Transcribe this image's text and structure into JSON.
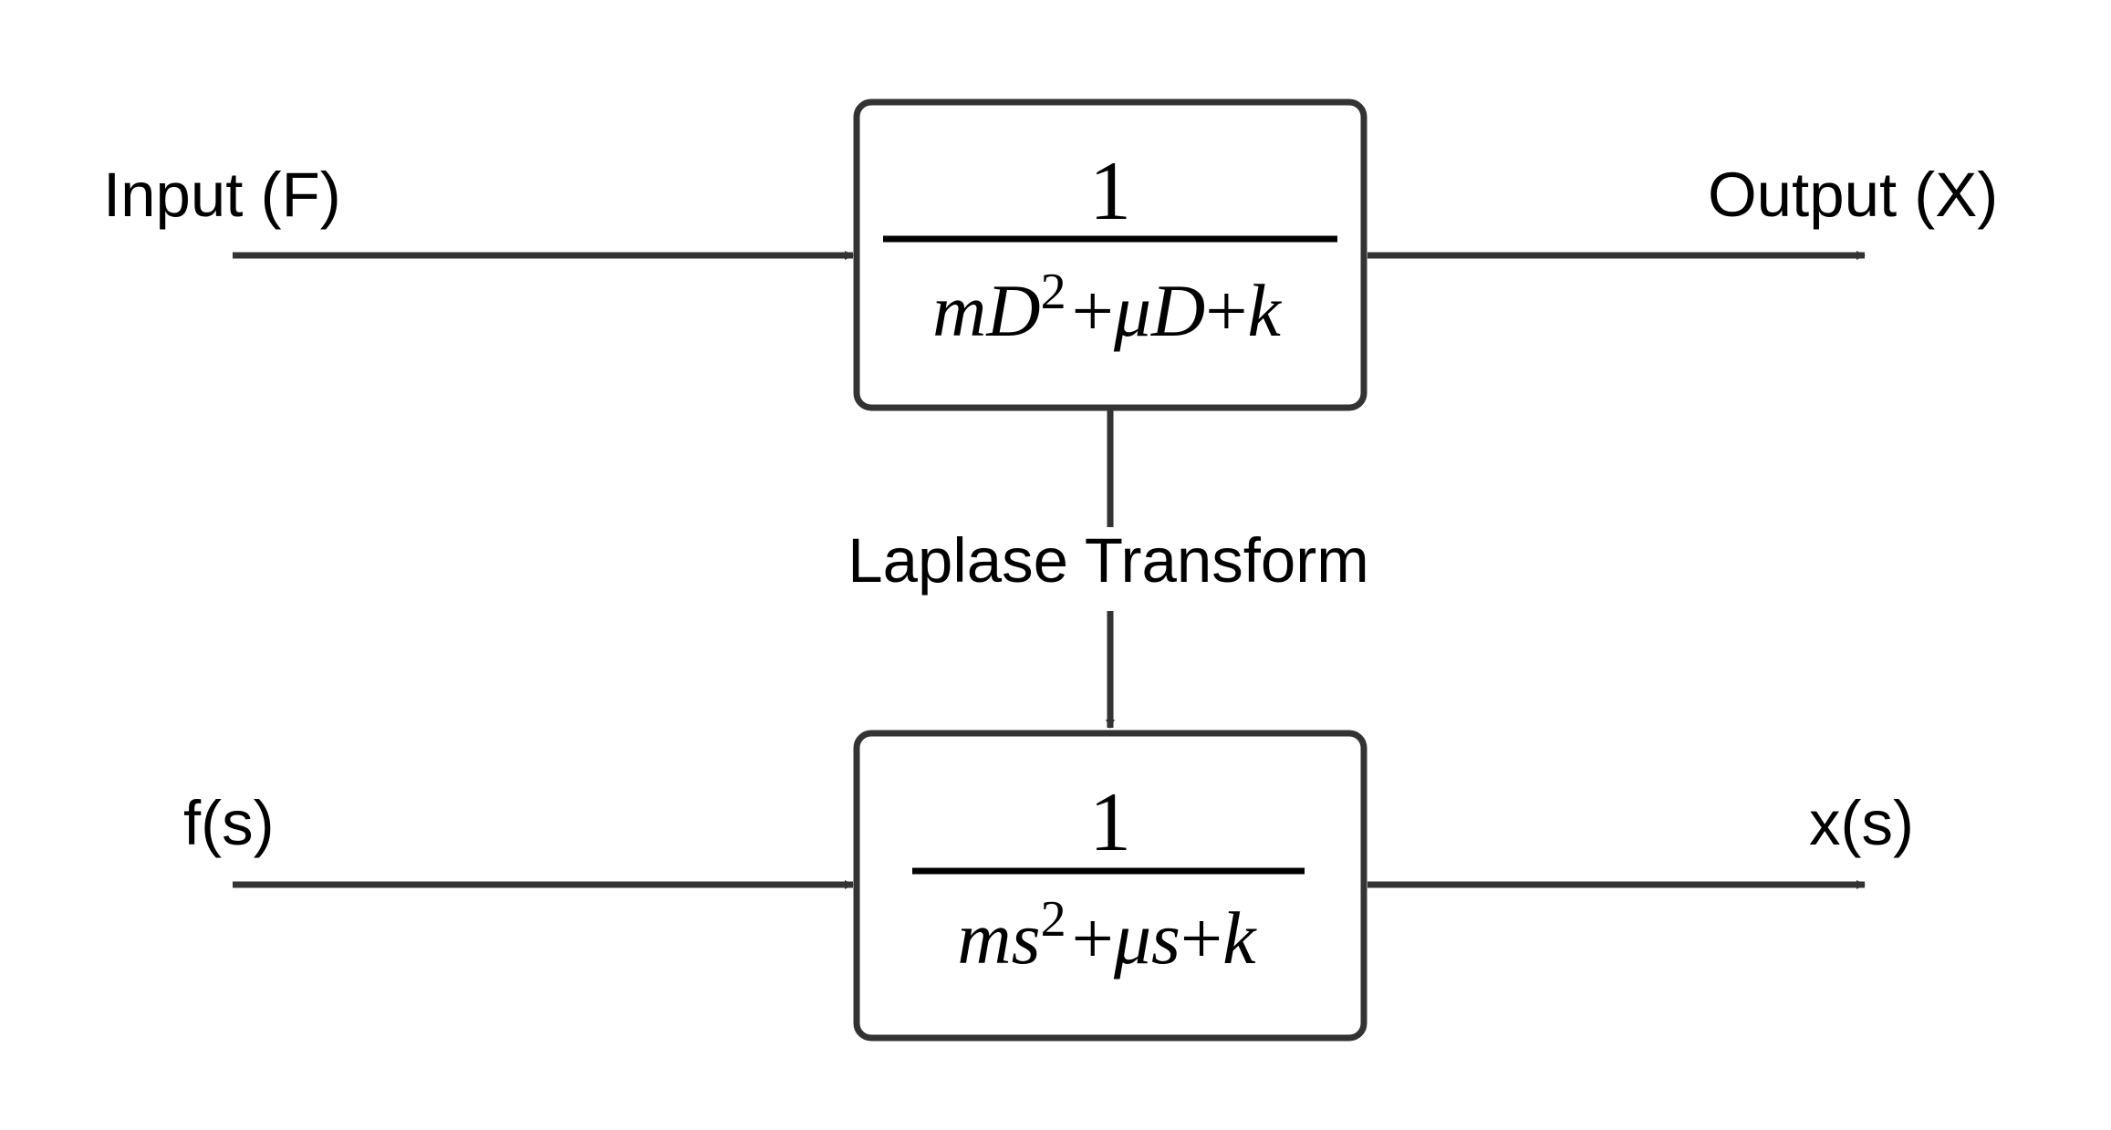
{
  "colors": {
    "stroke": "#333333",
    "text": "#000000",
    "background": "#ffffff"
  },
  "labels": {
    "input_top": "Input (F)",
    "output_top": "Output (X)",
    "transform": "Laplase Transform",
    "input_bottom": "f(s)",
    "output_bottom": "x(s)"
  },
  "top_block": {
    "numerator": "1",
    "den": {
      "t1": "m",
      "t2": "D",
      "exp": "2",
      "op1": "+",
      "t3": "μ",
      "t4": "D",
      "op2": "+",
      "t5": "k"
    }
  },
  "bottom_block": {
    "numerator": "1",
    "den": {
      "t1": "m",
      "t2": "s",
      "exp": "2",
      "op1": "+",
      "t3": "μ",
      "t4": "s",
      "op2": "+",
      "t5": "k"
    }
  }
}
